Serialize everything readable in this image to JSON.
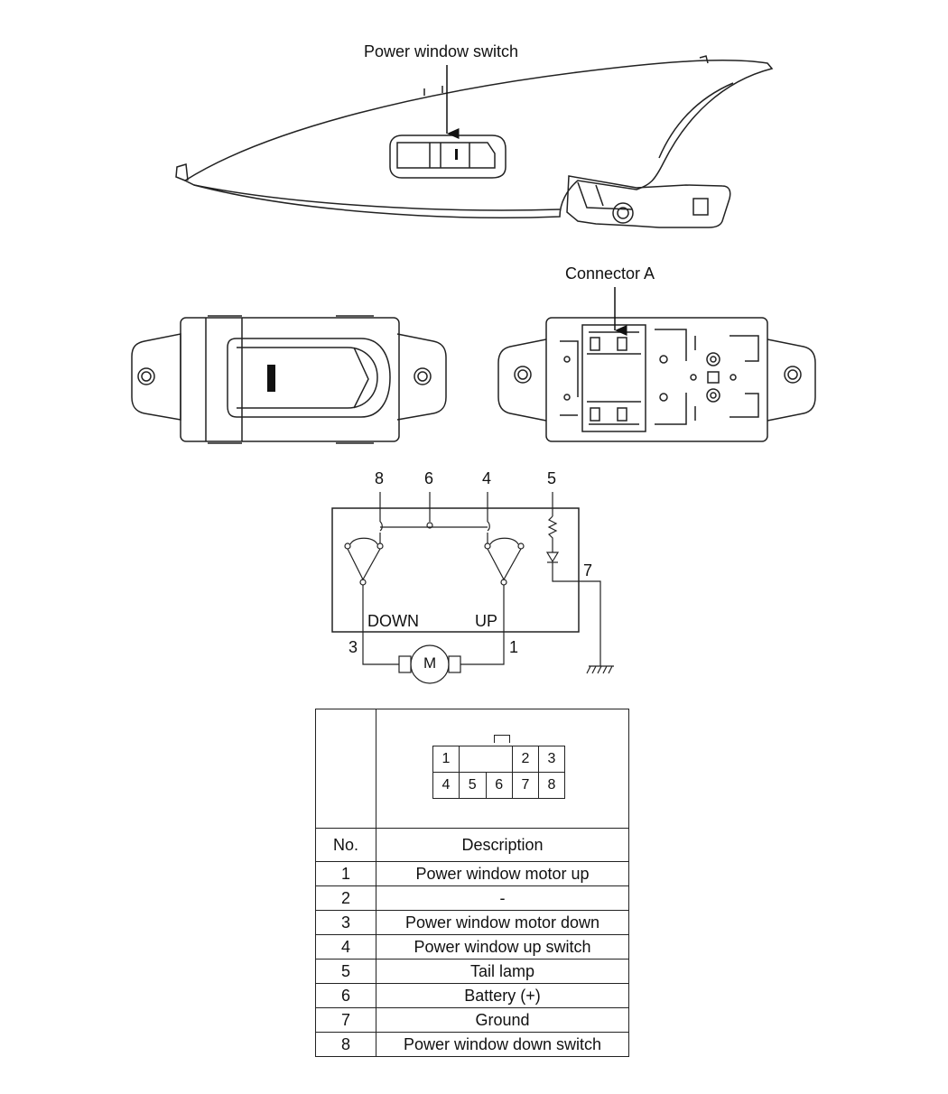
{
  "labels": {
    "power_window_switch": "Power window switch",
    "connector_a": "Connector A"
  },
  "schematic": {
    "pins_top": [
      "8",
      "6",
      "4",
      "5"
    ],
    "pin_7": "7",
    "pin_3": "3",
    "pin_1": "1",
    "down": "DOWN",
    "up": "UP",
    "motor": "M"
  },
  "connector_face": {
    "row1": [
      "1",
      "",
      "2",
      "3"
    ],
    "row2": [
      "4",
      "5",
      "6",
      "7",
      "8"
    ]
  },
  "pin_table": {
    "col_no": "No.",
    "col_desc": "Description",
    "rows": [
      {
        "no": "1",
        "desc": "Power window motor up"
      },
      {
        "no": "2",
        "desc": "-"
      },
      {
        "no": "3",
        "desc": "Power window motor down"
      },
      {
        "no": "4",
        "desc": "Power window up switch"
      },
      {
        "no": "5",
        "desc": "Tail lamp"
      },
      {
        "no": "6",
        "desc": "Battery (+)"
      },
      {
        "no": "7",
        "desc": "Ground"
      },
      {
        "no": "8",
        "desc": "Power window down switch"
      }
    ]
  }
}
